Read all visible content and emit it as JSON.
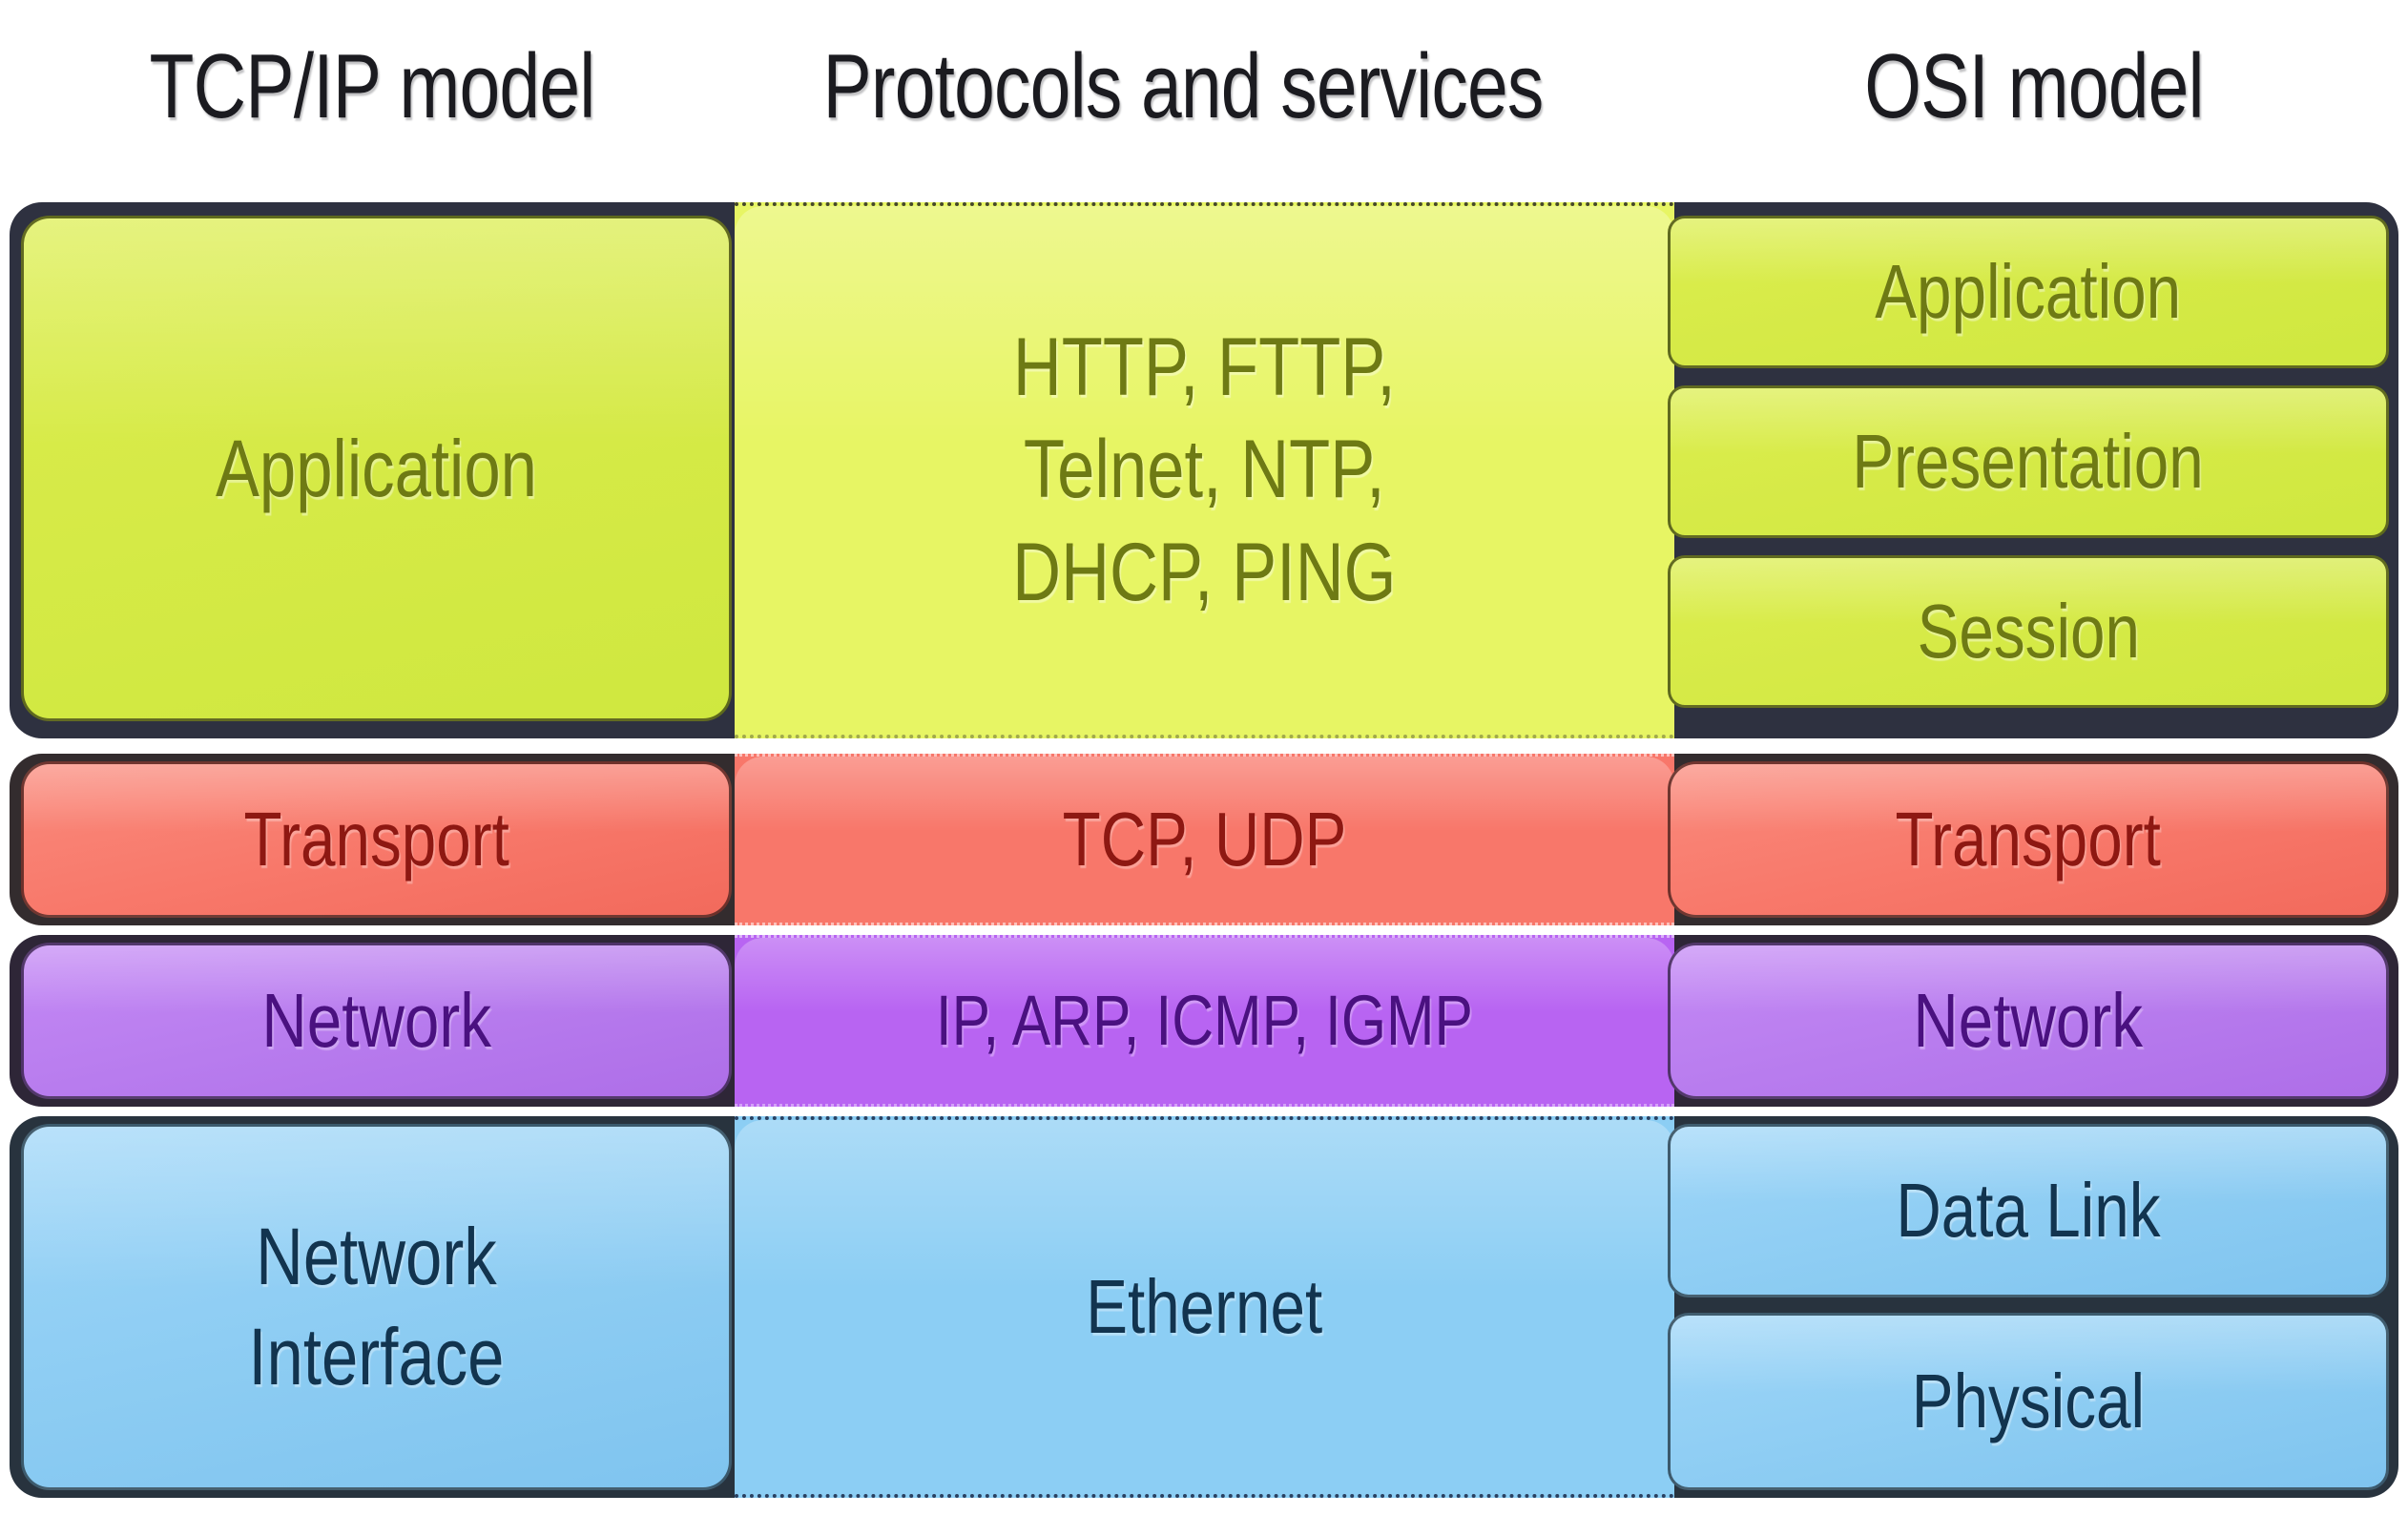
{
  "headers": {
    "tcpip": "TCP/IP model",
    "protocols": "Protocols and services",
    "osi": "OSI model"
  },
  "colors": {
    "application_band": "#e7f564",
    "application_card": "#d6ea47",
    "transport_band": "#f8776a",
    "transport_card": "#f8796b",
    "network_band": "#b864f2",
    "network_card": "#b87cee",
    "interface_band": "#8ccef4",
    "interface_card": "#8ecdf3",
    "application_text": "#6e7a14",
    "transport_text": "#8e1812",
    "network_text": "#4a1180",
    "interface_text": "#12344f",
    "header_text": "#1b1b20"
  },
  "layers": [
    {
      "id": "application",
      "tcpip_label": "Application",
      "protocols": "HTTP, FTTP,\nTelnet, NTP,\nDHCP, PING",
      "osi_labels": [
        "Application",
        "Presentation",
        "Session"
      ]
    },
    {
      "id": "transport",
      "tcpip_label": "Transport",
      "protocols": "TCP, UDP",
      "osi_labels": [
        "Transport"
      ]
    },
    {
      "id": "network",
      "tcpip_label": "Network",
      "protocols": "IP, ARP, ICMP, IGMP",
      "osi_labels": [
        "Network"
      ]
    },
    {
      "id": "network-interface",
      "tcpip_label": "Network\nInterface",
      "protocols": "Ethernet",
      "osi_labels": [
        "Data Link",
        "Physical"
      ]
    }
  ]
}
